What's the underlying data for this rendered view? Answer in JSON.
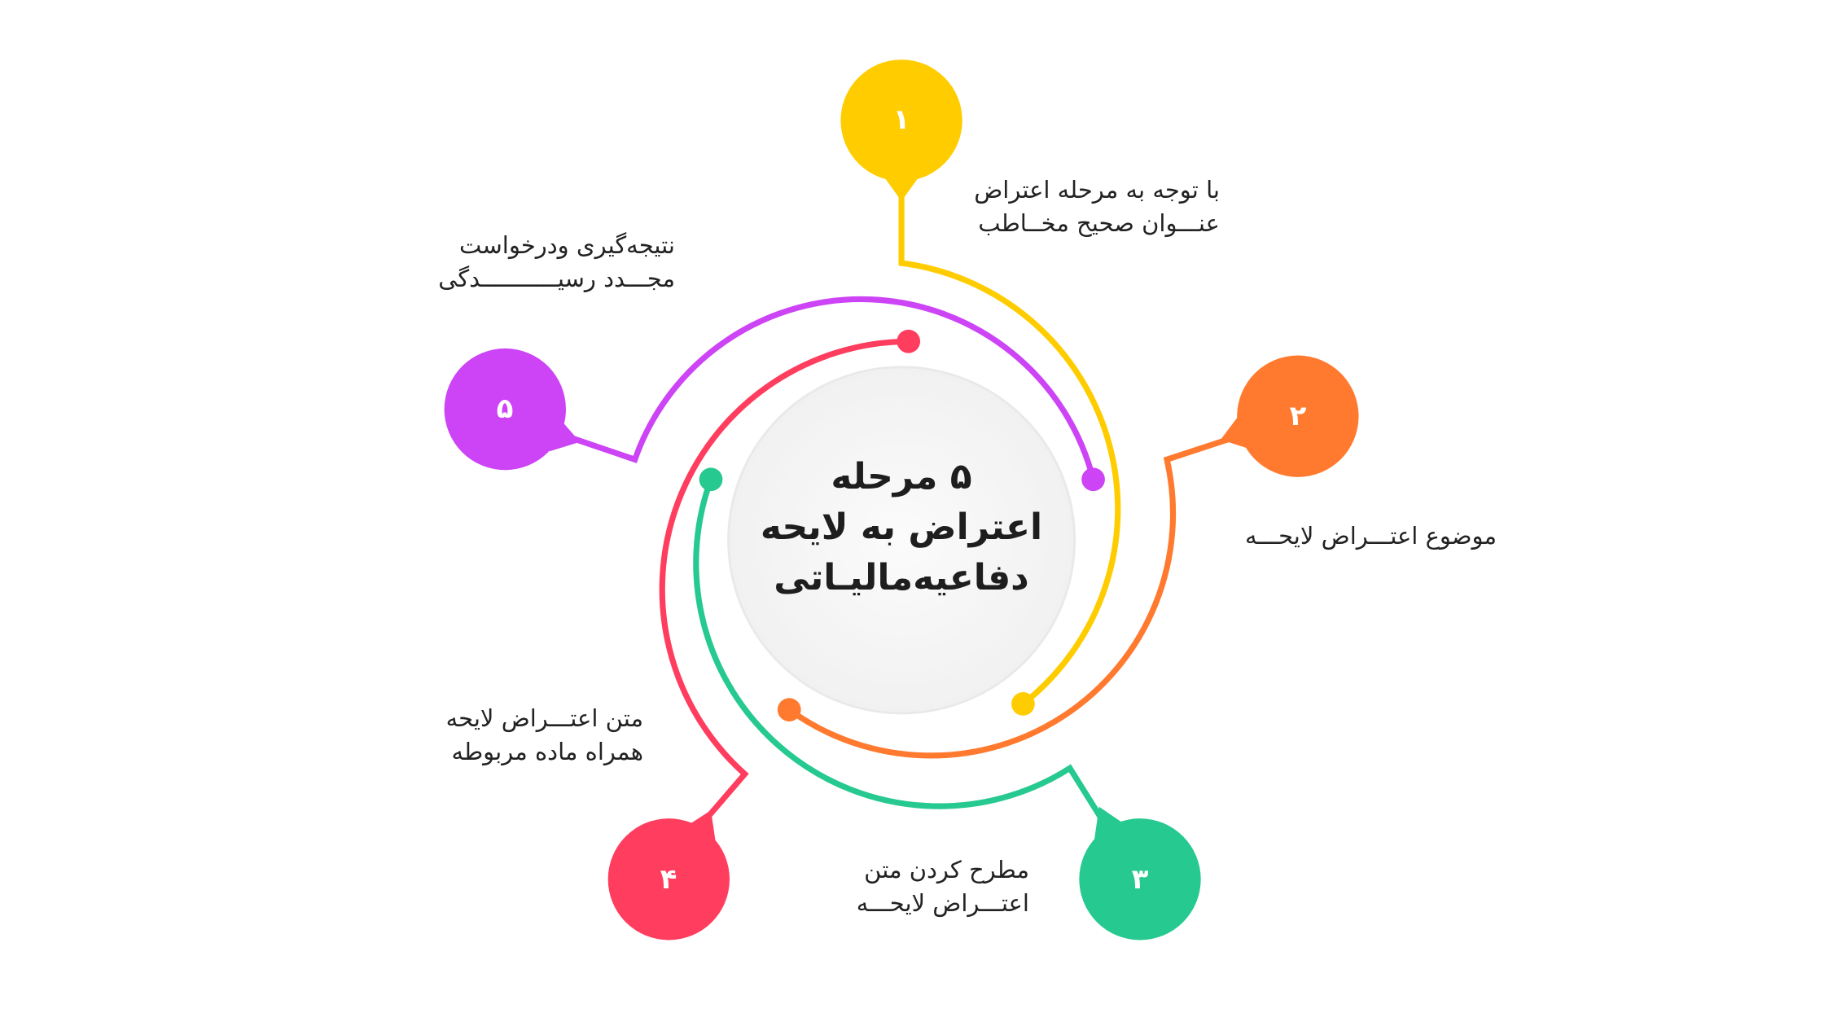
{
  "title": {
    "line1": "۵ مرحله",
    "line2": "اعتراض به لایحه",
    "line3": "دفاعیه‌مالیـاتی"
  },
  "steps": [
    {
      "number": "۱",
      "line1": "با توجه به مرحله اعتراض",
      "line2": "عنـــوان صحیح مخــاطب",
      "color": "#FFCC00"
    },
    {
      "number": "۲",
      "line1": "موضوع اعتـــراض لایحـــه",
      "color": "#FF7A2F"
    },
    {
      "number": "۳",
      "line1": "مطرح کردن متن",
      "line2": "اعتـــراض لایحـــه",
      "color": "#26C98F"
    },
    {
      "number": "۴",
      "line1": "متن اعتـــراض لایحه",
      "line2": "همراه ماده مربوطه",
      "color": "#FF3D5E"
    },
    {
      "number": "۵",
      "line1": "نتیجه‌گیری ودرخواست",
      "line2": "مجـــدد رسیـــــــــــدگی",
      "color": "#CC44F5"
    }
  ]
}
